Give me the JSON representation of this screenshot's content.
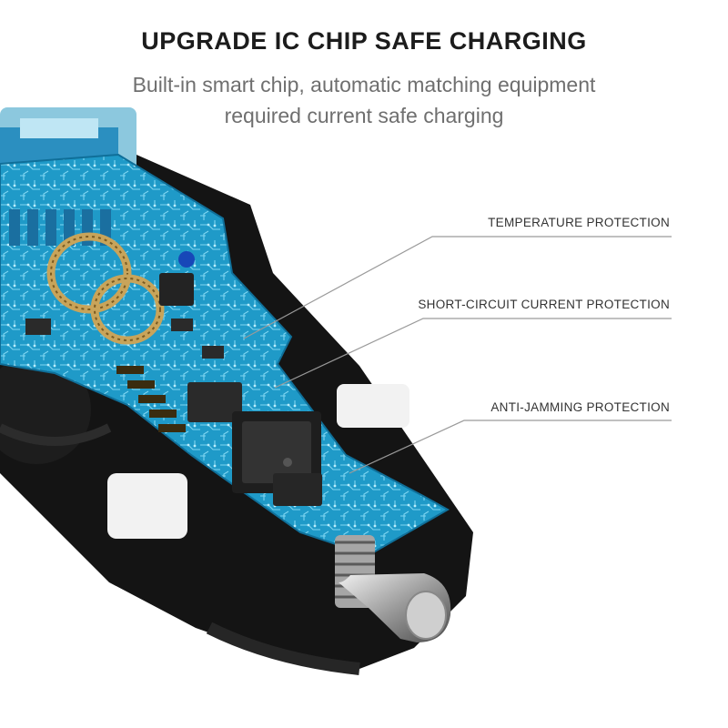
{
  "header": {
    "title": "UPGRADE IC CHIP SAFE CHARGING",
    "subtitle_line1": "Built-in smart chip, automatic matching equipment",
    "subtitle_line2": "required current safe charging"
  },
  "callouts": [
    {
      "label": "TEMPERATURE PROTECTION"
    },
    {
      "label": "SHORT-CIRCUIT CURRENT PROTECTION"
    },
    {
      "label": "ANTI-JAMMING PROTECTION"
    }
  ],
  "colors": {
    "pcb": "#1f9ac8",
    "pcb_light": "#5cc7ec",
    "housing": "#141414",
    "chip": "#2a2a2a",
    "coil": "#c8a45a",
    "leader": "#9a9a9a"
  }
}
